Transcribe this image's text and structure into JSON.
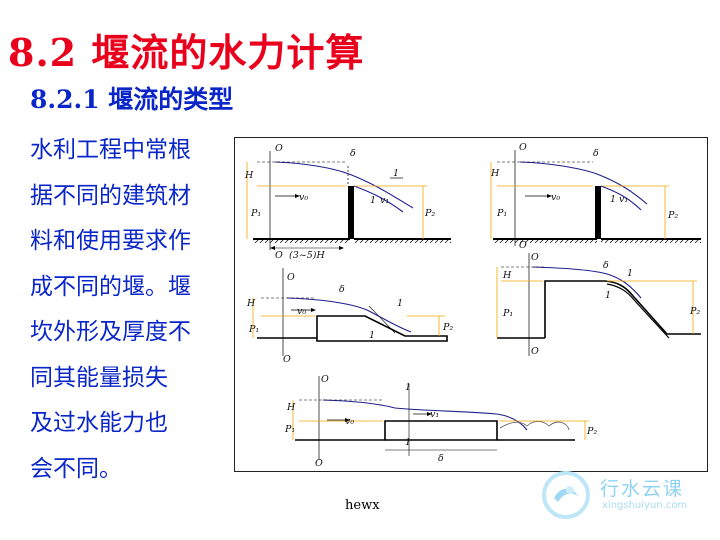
{
  "slide": {
    "title": "8.2  堰流的水力计算",
    "subtitle": "8.2.1   堰流的类型",
    "body_lines": [
      "水利工程中常根",
      "据不同的建筑材",
      "料和使用要求作",
      "成不同的堰。堰",
      "坎外形及厚度不",
      "同其能量损失",
      "及过水能力也",
      "会不同。"
    ],
    "footer": "hewx"
  },
  "colors": {
    "title": "#e8001c",
    "text": "#0a26c8",
    "flow": "#1f1f8f",
    "guide": "#f0a800"
  },
  "figure": {
    "labels": {
      "zero": "O",
      "H": "H",
      "P1": "P₁",
      "P2": "P₂",
      "v0": "v₀",
      "v1": "v₁",
      "delta": "δ",
      "one": "1",
      "range": "(3~5)H"
    }
  },
  "watermark": {
    "text": "行水云课",
    "url": "xingshuiyun.com"
  }
}
